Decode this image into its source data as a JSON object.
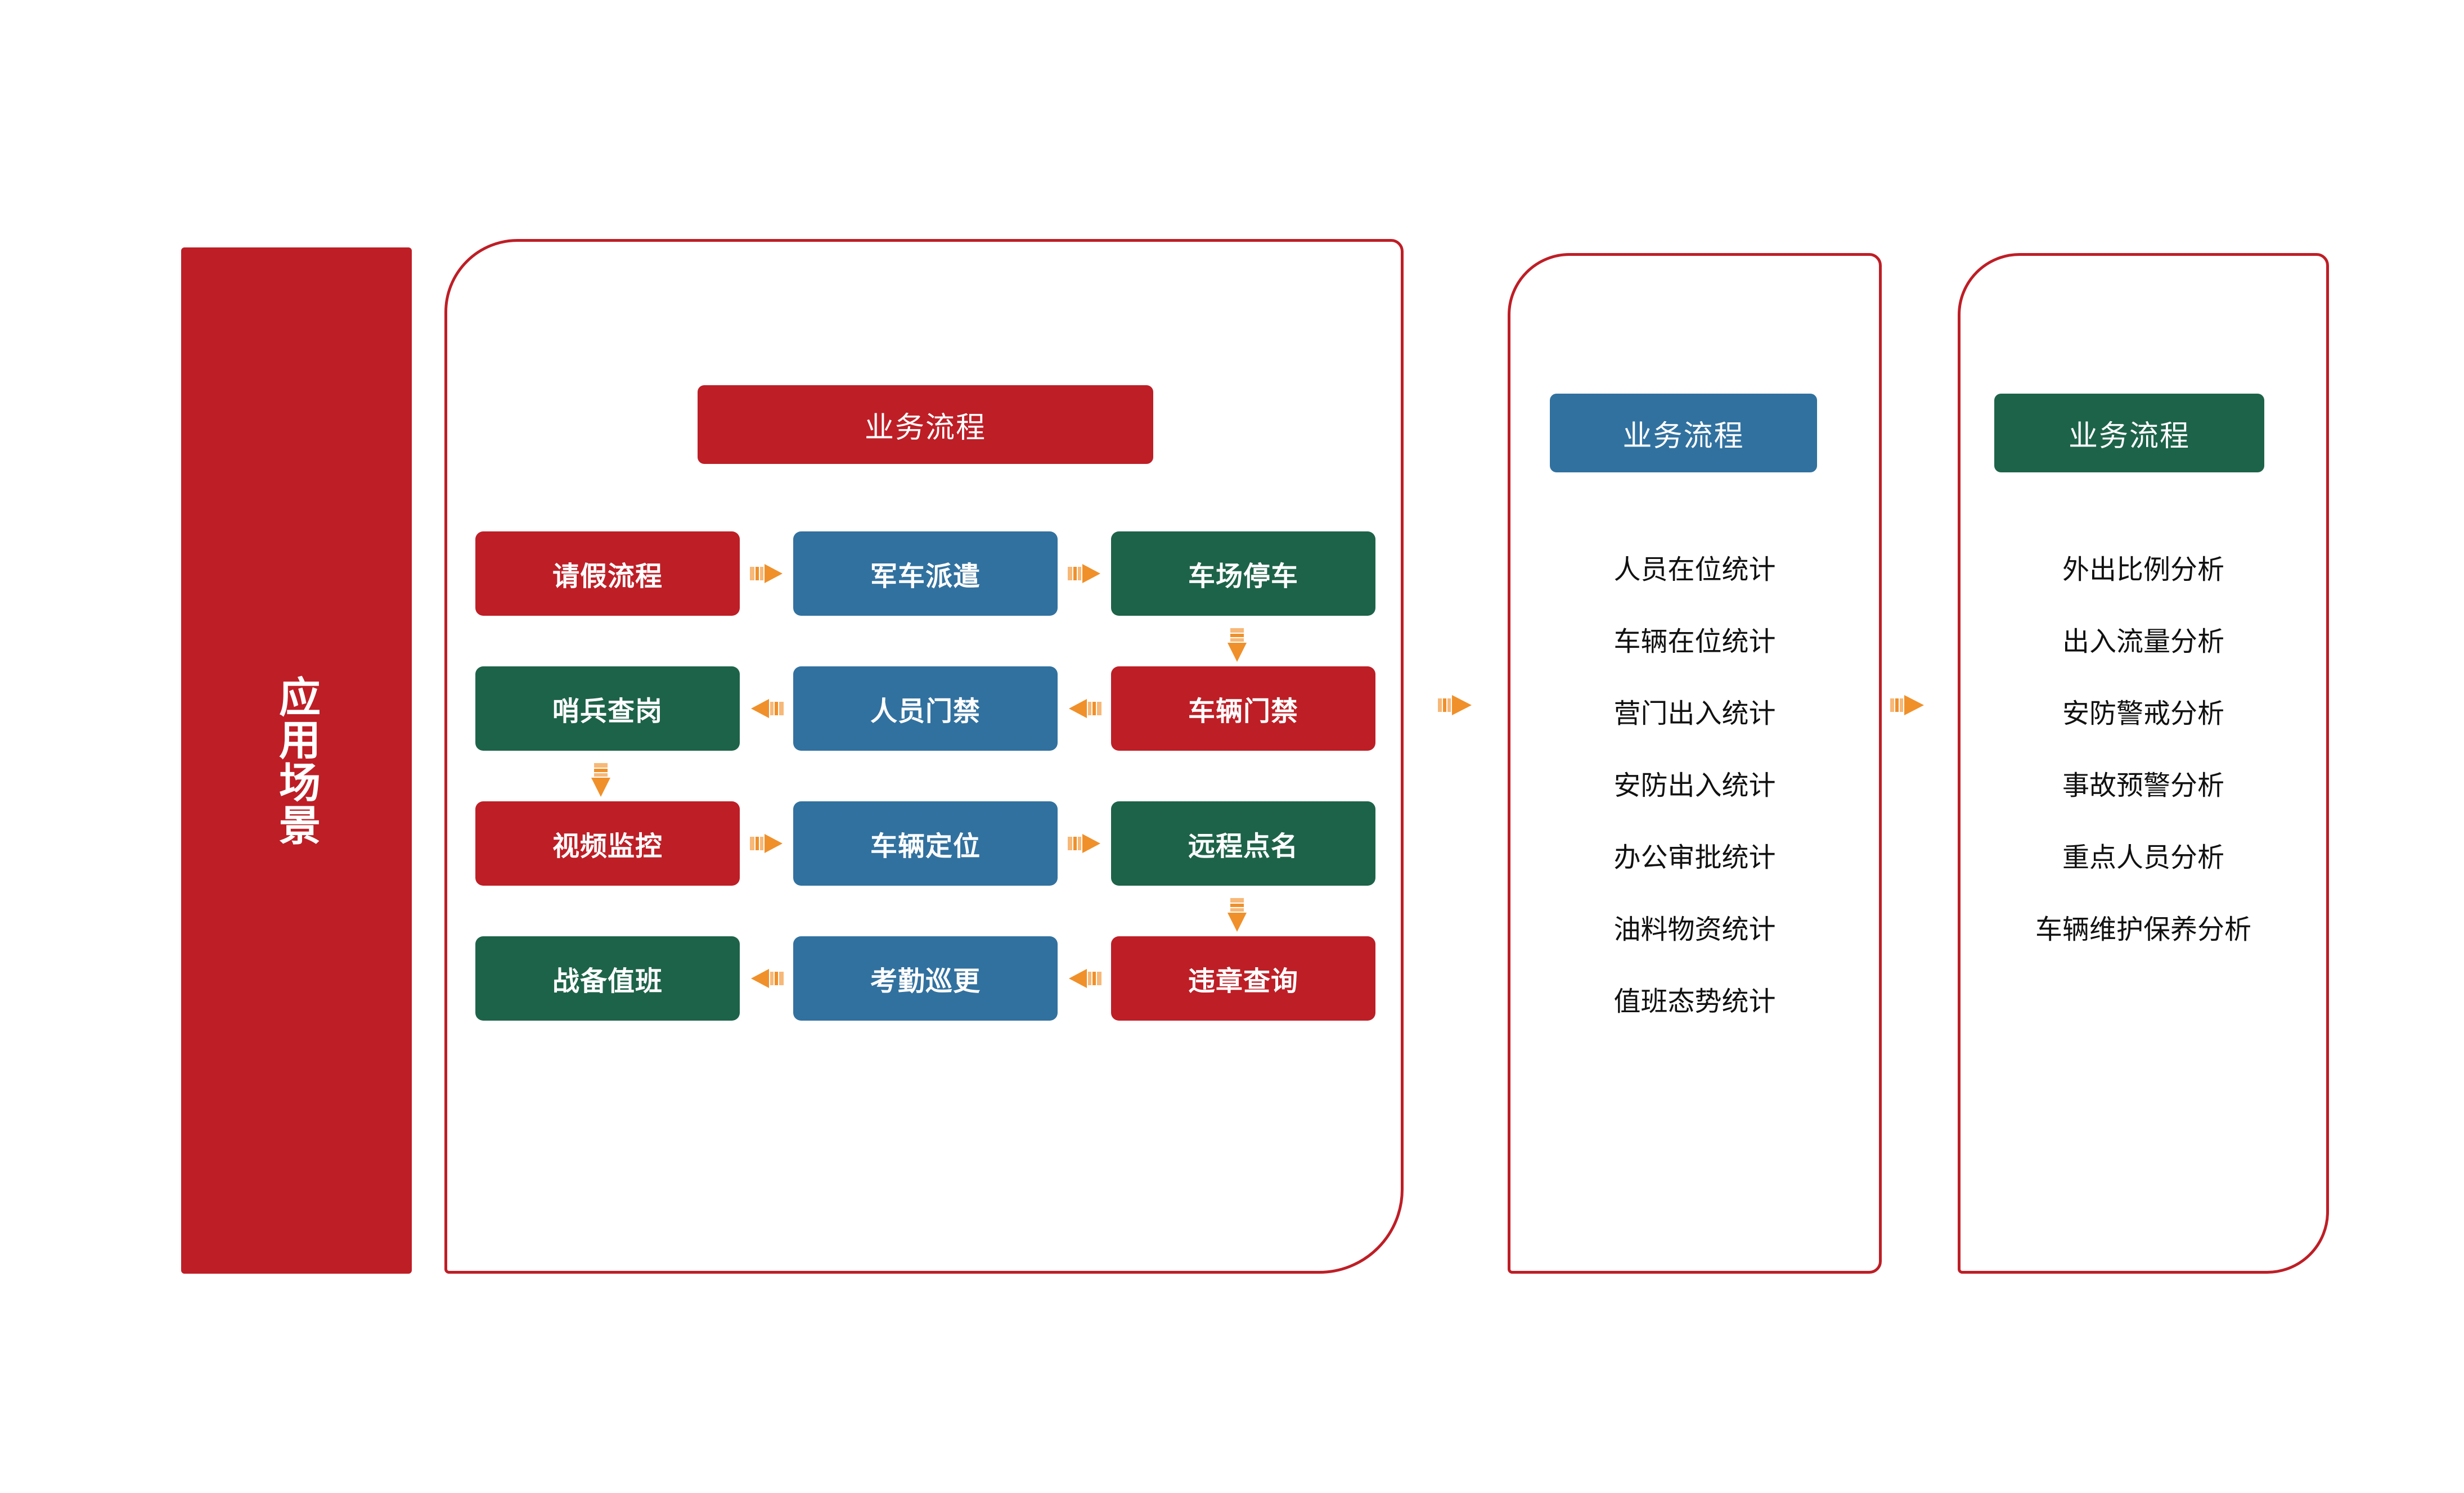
{
  "colors": {
    "red": "#BE1E26",
    "blue": "#31719F",
    "green": "#1D6349",
    "orange": "#F0902A",
    "text_dark": "#111111",
    "text_light": "#FFFFFF",
    "background": "#FFFFFF"
  },
  "scenario_banner": {
    "label": "应用场景"
  },
  "main_panel": {
    "header": {
      "label": "业务流程",
      "color": "#BE1E26"
    },
    "rows": [
      {
        "direction": "right",
        "boxes": [
          {
            "label": "请假流程",
            "color": "#BE1E26"
          },
          {
            "label": "军车派遣",
            "color": "#31719F"
          },
          {
            "label": "车场停车",
            "color": "#1D6349"
          }
        ],
        "down_arrow": "right"
      },
      {
        "direction": "left",
        "boxes": [
          {
            "label": "哨兵查岗",
            "color": "#1D6349"
          },
          {
            "label": "人员门禁",
            "color": "#31719F"
          },
          {
            "label": "车辆门禁",
            "color": "#BE1E26"
          }
        ],
        "down_arrow": "left"
      },
      {
        "direction": "right",
        "boxes": [
          {
            "label": "视频监控",
            "color": "#BE1E26"
          },
          {
            "label": "车辆定位",
            "color": "#31719F"
          },
          {
            "label": "远程点名",
            "color": "#1D6349"
          }
        ],
        "down_arrow": "right"
      },
      {
        "direction": "left",
        "boxes": [
          {
            "label": "战备值班",
            "color": "#1D6349"
          },
          {
            "label": "考勤巡更",
            "color": "#31719F"
          },
          {
            "label": "违章查询",
            "color": "#BE1E26"
          }
        ],
        "down_arrow": null
      }
    ]
  },
  "mid_panel": {
    "header": {
      "label": "业务流程",
      "color": "#31719F"
    },
    "items": [
      "人员在位统计",
      "车辆在位统计",
      "营门出入统计",
      "安防出入统计",
      "办公审批统计",
      "油料物资统计",
      "值班态势统计"
    ]
  },
  "right_panel": {
    "header": {
      "label": "业务流程",
      "color": "#1D6349"
    },
    "items": [
      "外出比例分析",
      "出入流量分析",
      "安防警戒分析",
      "事故预警分析",
      "重点人员分析",
      "车辆维护保养分析"
    ]
  },
  "connectors": [
    {
      "name": "main-to-mid",
      "direction": "right"
    },
    {
      "name": "mid-to-right",
      "direction": "right"
    }
  ]
}
